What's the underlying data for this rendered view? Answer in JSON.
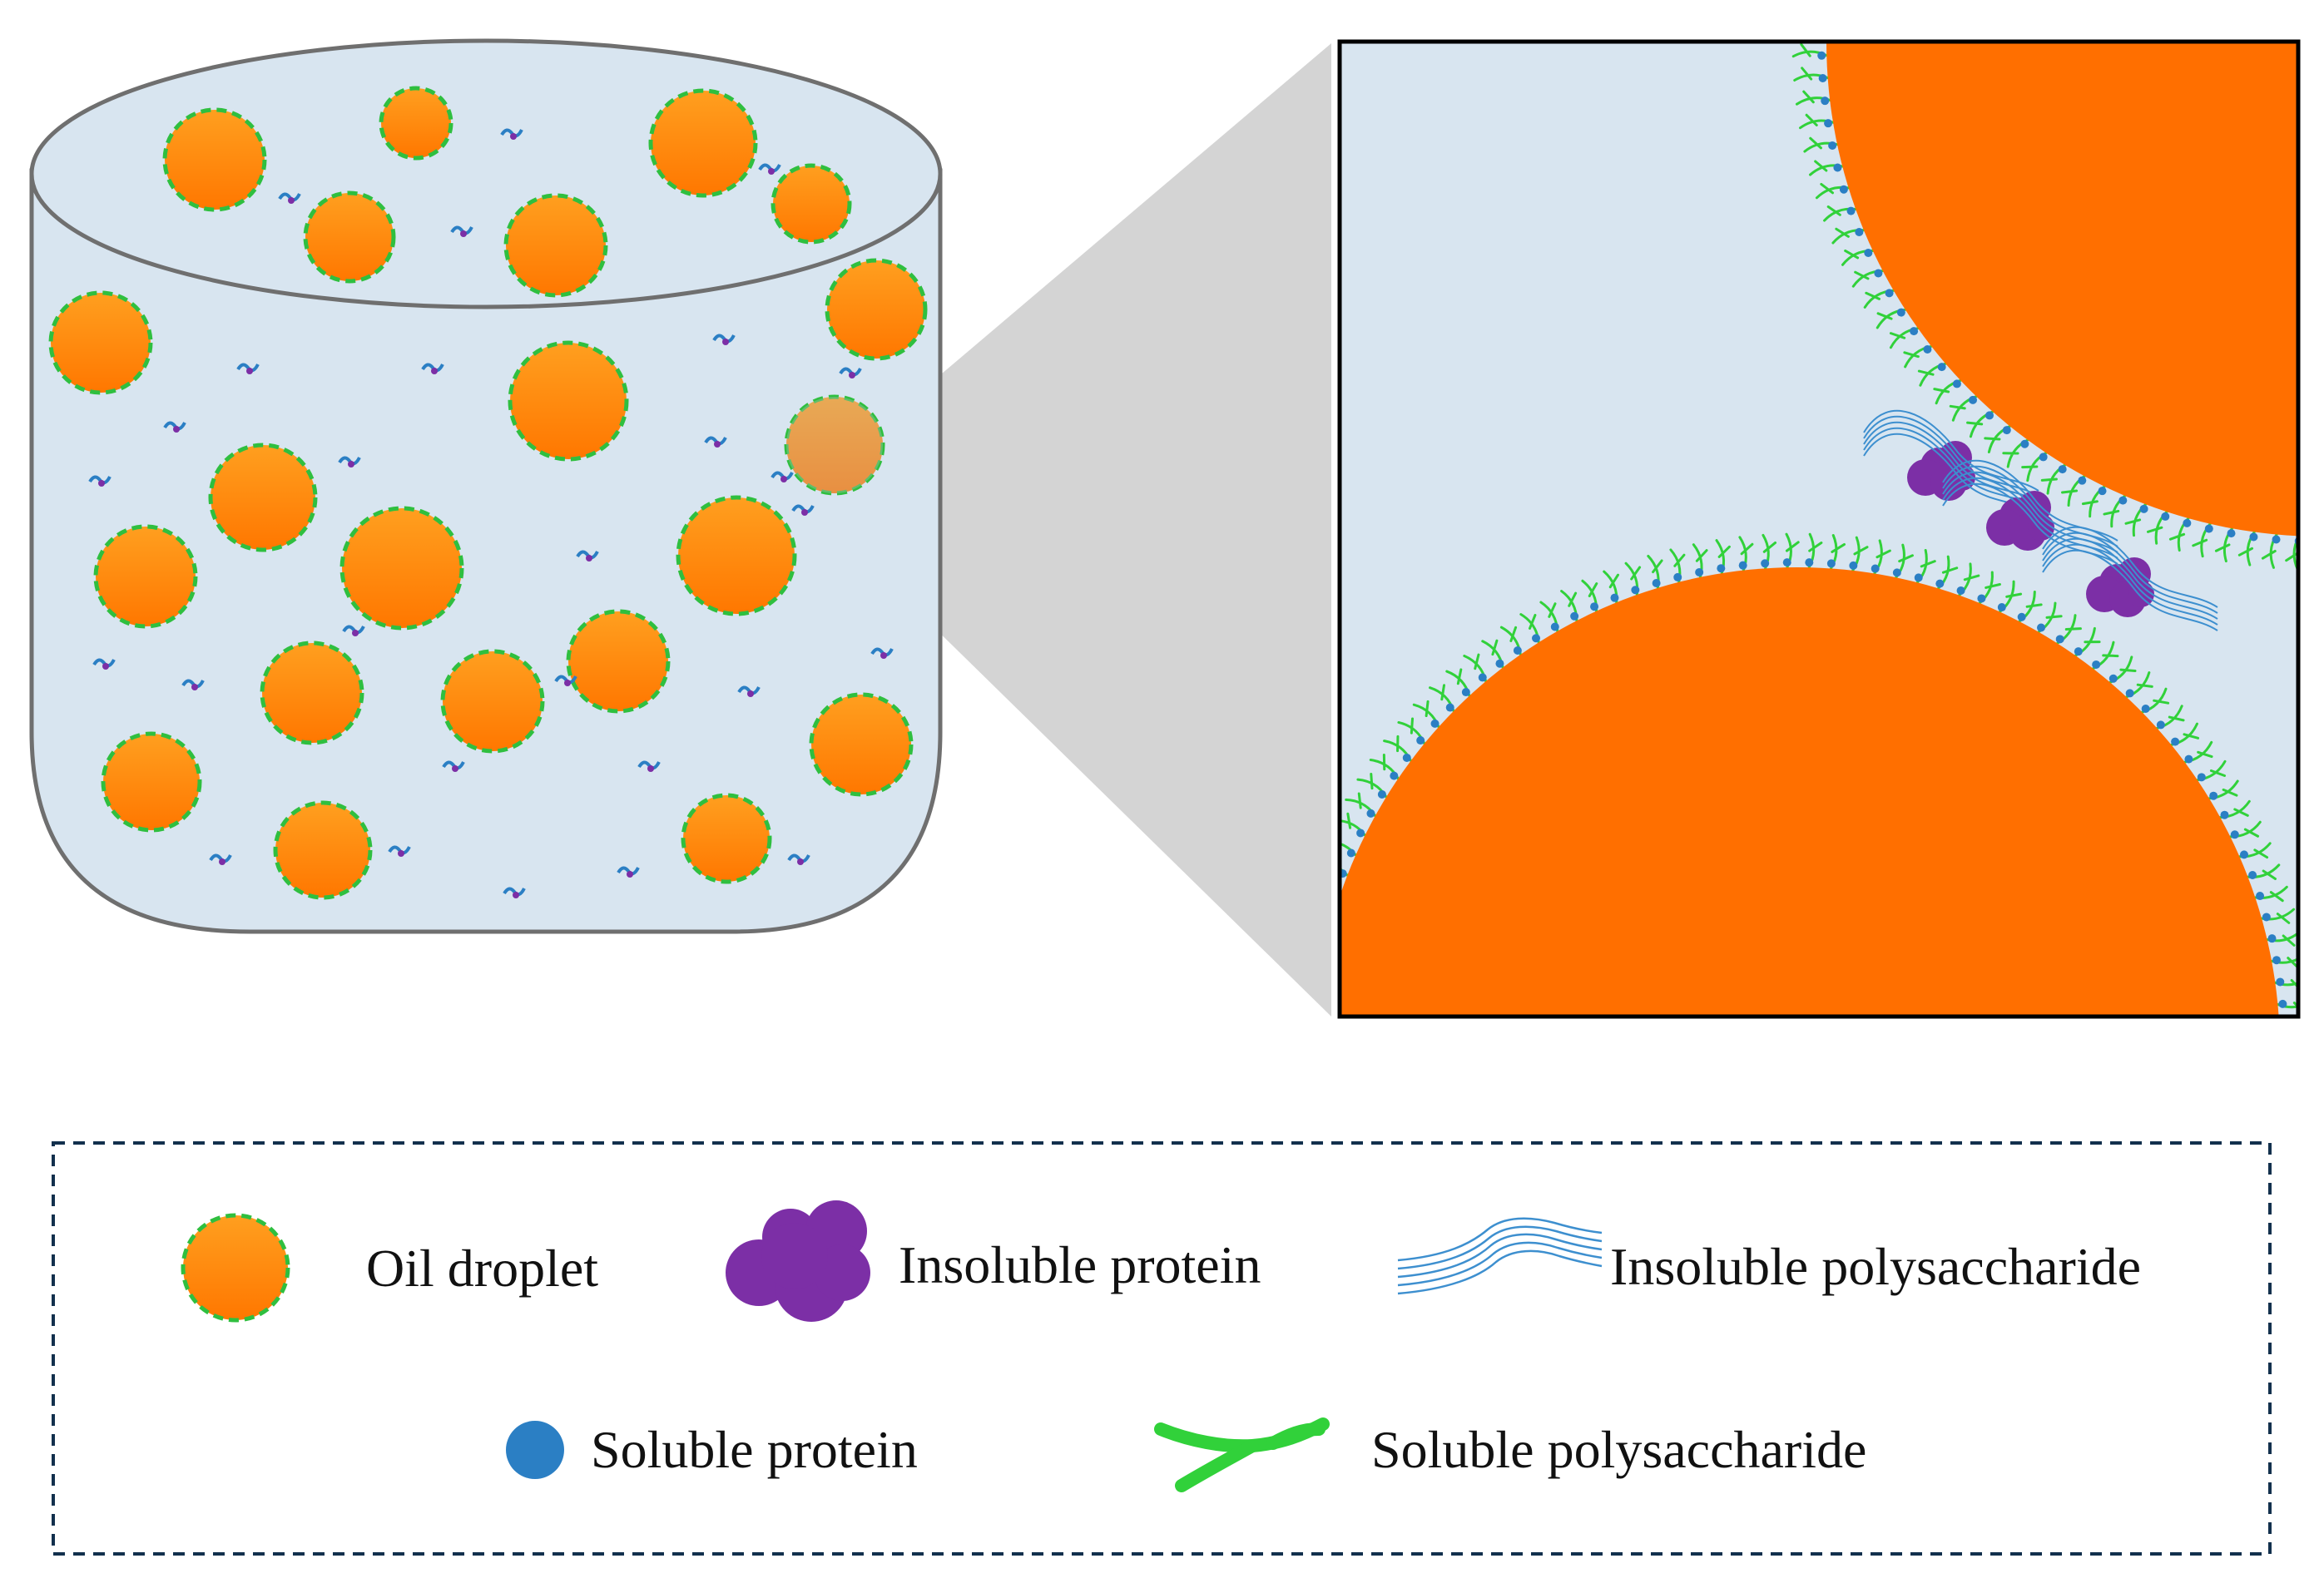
{
  "legend": {
    "items": [
      {
        "id": "oil-droplet",
        "label": "Oil droplet"
      },
      {
        "id": "insoluble-protein",
        "label": "Insoluble protein"
      },
      {
        "id": "insoluble-polysaccharide",
        "label": "Insoluble polysaccharide"
      },
      {
        "id": "soluble-protein",
        "label": "Soluble protein"
      },
      {
        "id": "soluble-polysaccharide",
        "label": "Soluble polysaccharide"
      }
    ]
  },
  "colors": {
    "oil": "#ff7a00",
    "oil_light": "#ffa326",
    "oil_border": "#2fbf3f",
    "liquid": "#d8e5f0",
    "container_stroke": "#6f6f6f",
    "soluble_protein": "#2b7fc4",
    "insoluble_protein": "#7c2fa6",
    "insoluble_polysaccharide": "#3d8fcf",
    "soluble_polysaccharide": "#31d13a",
    "zoom_cone": "#bdbdbd",
    "legend_border": "#12304d"
  }
}
